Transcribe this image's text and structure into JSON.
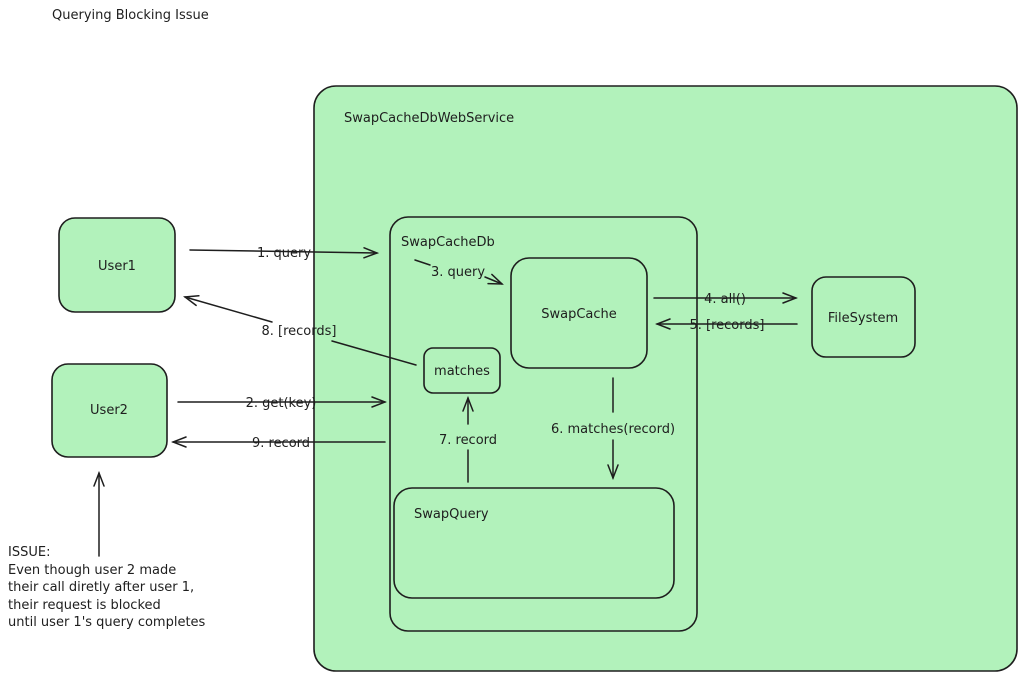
{
  "title": "Querying Blocking Issue",
  "colors": {
    "fill": "#b2f2bb",
    "stroke": "#1e1e1e",
    "background": "#ffffff"
  },
  "containers": {
    "service": "SwapCacheDbWebService",
    "db": "SwapCacheDb",
    "query": "SwapQuery"
  },
  "nodes": {
    "user1": "User1",
    "user2": "User2",
    "swapcache": "SwapCache",
    "filesystem": "FileSystem",
    "matches": "matches"
  },
  "edges": {
    "e1": "1. query",
    "e2": "2. get(key)",
    "e3": "3. query",
    "e4": "4. all()",
    "e5": "5. [records]",
    "e6": "6. matches(record)",
    "e7": "7. record",
    "e8": "8. [records]",
    "e9": "9. record"
  },
  "note": "ISSUE:\nEven though user 2 made\ntheir call diretly after user 1,\ntheir request is blocked\nuntil user 1's query completes"
}
